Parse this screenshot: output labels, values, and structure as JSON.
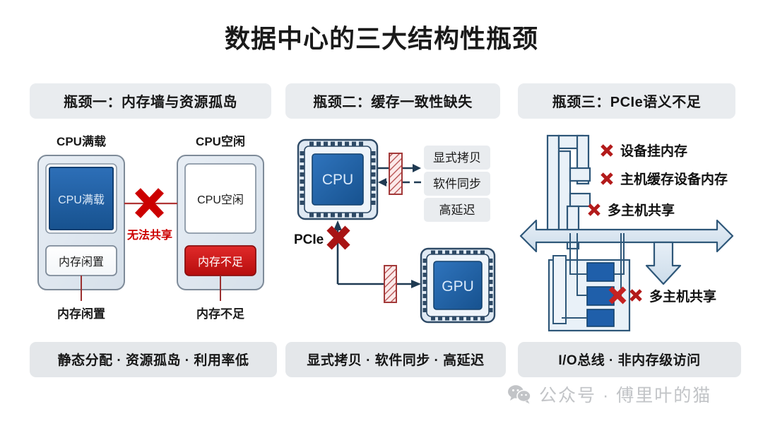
{
  "title": "数据中心的三大结构性瓶颈",
  "colors": {
    "blue_fill": "#1f5faa",
    "blue_dark": "#1b4f8f",
    "pale_blue": "#dce6f1",
    "outline_blue": "#2e4a66",
    "red": "#cc0000",
    "dark_red": "#a32020",
    "chip_grey": "#e9ecef",
    "watermark_grey": "#c2c4c7"
  },
  "panels": [
    {
      "header": "瓶颈一：内存墙与资源孤岛",
      "footer": "静态分配 · 资源孤岛 · 利用率低",
      "diagram": {
        "left_server": {
          "caption": "CPU满载",
          "cpu_label": "CPU满载",
          "mem_label": "内存闲置",
          "leader_label": "内存闲置"
        },
        "right_server": {
          "caption": "CPU空闲",
          "cpu_label": "CPU空闲",
          "mem_label": "内存不足",
          "leader_label": "内存不足"
        },
        "link_label": "无法共享",
        "link_icon": "x-mark-icon"
      }
    },
    {
      "header": "瓶颈二：缓存一致性缺失",
      "footer": "显式拷贝 · 软件同步 · 高延迟",
      "diagram": {
        "cpu_chip": "CPU",
        "gpu_chip": "GPU",
        "bus_label": "PCIe",
        "bus_icon": "x-mark-icon",
        "tags": [
          "显式拷贝",
          "软件同步",
          "高延迟"
        ],
        "barrier_icon": "hatched-barrier-icon"
      }
    },
    {
      "header": "瓶颈三：PCIe语义不足",
      "footer": "I/O总线 · 非内存级访问",
      "diagram": {
        "bullets": [
          {
            "icon": "x-mark-icon",
            "label": "设备挂内存"
          },
          {
            "icon": "x-mark-icon",
            "label": "主机缓存设备内存"
          },
          {
            "icon": "x-mark-icon",
            "label": "多主机共享"
          }
        ],
        "bottom_note": {
          "icon": "x-mark-icon",
          "label": "多主机共享"
        }
      }
    }
  ],
  "watermark": {
    "icon": "wechat-icon",
    "text": "公众号 · 傅里叶的猫"
  }
}
